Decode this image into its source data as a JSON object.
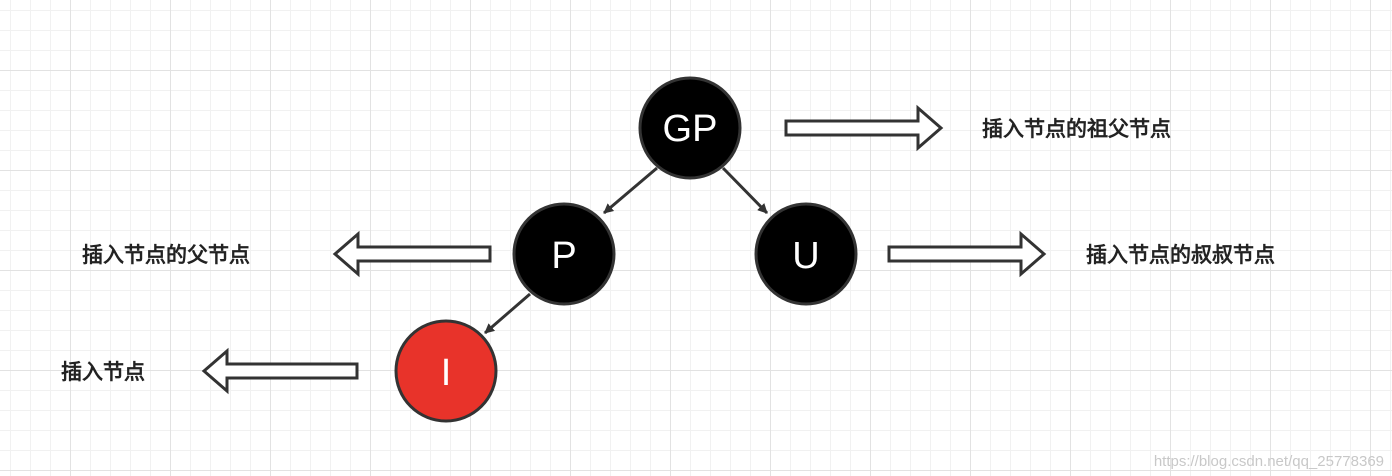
{
  "nodes": {
    "grandparent": {
      "label": "GP",
      "color": "#000000"
    },
    "parent": {
      "label": "P",
      "color": "#000000"
    },
    "uncle": {
      "label": "U",
      "color": "#000000"
    },
    "inserted": {
      "label": "I",
      "color": "#e8332a"
    }
  },
  "captions": {
    "grandparent": "插入节点的祖父节点",
    "parent": "插入节点的父节点",
    "uncle": "插入节点的叔叔节点",
    "inserted": "插入节点"
  },
  "watermark": "https://blog.csdn.net/qq_25778369"
}
